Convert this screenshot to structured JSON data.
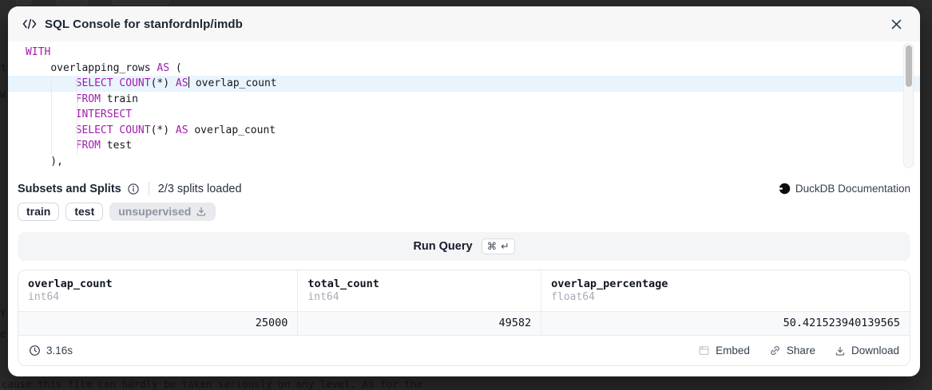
{
  "backdrop": {
    "hidden_text_bottom": "cause this film can hardly be taken seriously on any level. As for the",
    "edge_fragments": [
      "t",
      "W",
      "Y",
      "e"
    ]
  },
  "modal": {
    "header": {
      "icon": "code-icon",
      "title": "SQL Console for stanfordnlp/imdb"
    },
    "editor": {
      "active_line_index": 2,
      "lines": [
        [
          {
            "t": "WITH",
            "kw": true
          }
        ],
        [
          {
            "t": "    "
          },
          {
            "t": "overlapping_rows"
          },
          {
            "t": " "
          },
          {
            "t": "AS",
            "kw": true
          },
          {
            "t": " ("
          }
        ],
        [
          {
            "t": "        "
          },
          {
            "t": "SELECT",
            "kw": true
          },
          {
            "t": " "
          },
          {
            "t": "COUNT",
            "kw": true
          },
          {
            "t": "(*) "
          },
          {
            "t": "AS",
            "kw": true
          },
          {
            "caret": true
          },
          {
            "t": " overlap_count"
          }
        ],
        [
          {
            "t": "        "
          },
          {
            "t": "FROM",
            "kw": true
          },
          {
            "t": " train"
          }
        ],
        [
          {
            "t": "        "
          },
          {
            "t": "INTERSECT",
            "kw": true
          }
        ],
        [
          {
            "t": "        "
          },
          {
            "t": "SELECT",
            "kw": true
          },
          {
            "t": " "
          },
          {
            "t": "COUNT",
            "kw": true
          },
          {
            "t": "(*) "
          },
          {
            "t": "AS",
            "kw": true
          },
          {
            "t": " overlap_count"
          }
        ],
        [
          {
            "t": "        "
          },
          {
            "t": "FROM",
            "kw": true
          },
          {
            "t": " test"
          }
        ],
        [
          {
            "t": "    ),"
          }
        ]
      ],
      "keyword_color": "#a21caf"
    },
    "splits": {
      "title": "Subsets and Splits",
      "status": "2/3 splits loaded",
      "doc_link_label": "DuckDB Documentation",
      "chips": [
        {
          "label": "train",
          "loaded": true
        },
        {
          "label": "test",
          "loaded": true
        },
        {
          "label": "unsupervised",
          "loaded": false,
          "icon": "download-icon"
        }
      ]
    },
    "run_query": {
      "label": "Run Query",
      "shortcut_keys": [
        "⌘",
        "↵"
      ]
    },
    "results": {
      "columns": [
        {
          "name": "overlap_count",
          "type": "int64"
        },
        {
          "name": "total_count",
          "type": "int64"
        },
        {
          "name": "overlap_percentage",
          "type": "float64"
        }
      ],
      "rows": [
        [
          "25000",
          "49582",
          "50.421523940139565"
        ]
      ],
      "footer": {
        "duration": "3.16s",
        "actions": [
          {
            "label": "Embed",
            "icon": "embed-icon"
          },
          {
            "label": "Share",
            "icon": "share-icon"
          },
          {
            "label": "Download",
            "icon": "download-icon"
          }
        ]
      }
    }
  }
}
